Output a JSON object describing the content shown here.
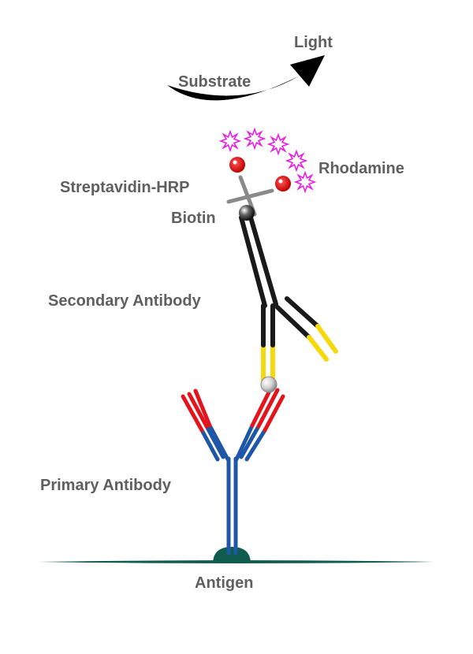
{
  "labels": {
    "light": "Light",
    "substrate": "Substrate",
    "rhodamine": "Rhodamine",
    "streptavidin_hrp": "Streptavidin-HRP",
    "biotin": "Biotin",
    "secondary_antibody": "Secondary Antibody",
    "primary_antibody": "Primary Antibody",
    "antigen": "Antigen"
  },
  "colors": {
    "label_text": "#5f5f5f",
    "primary_heavy_chain": "#1f57a8",
    "antibody_variable_region": "#e3141b",
    "secondary_chain": "#1a1a1a",
    "secondary_variable_region": "#f5d90a",
    "antigen": "#0f5c4e",
    "rhodamine_star": "#e81ee0",
    "hrp_bead": "#e3141b",
    "streptavidin_cross": "#8a8a8a",
    "substrate_arrow": "#000000"
  }
}
